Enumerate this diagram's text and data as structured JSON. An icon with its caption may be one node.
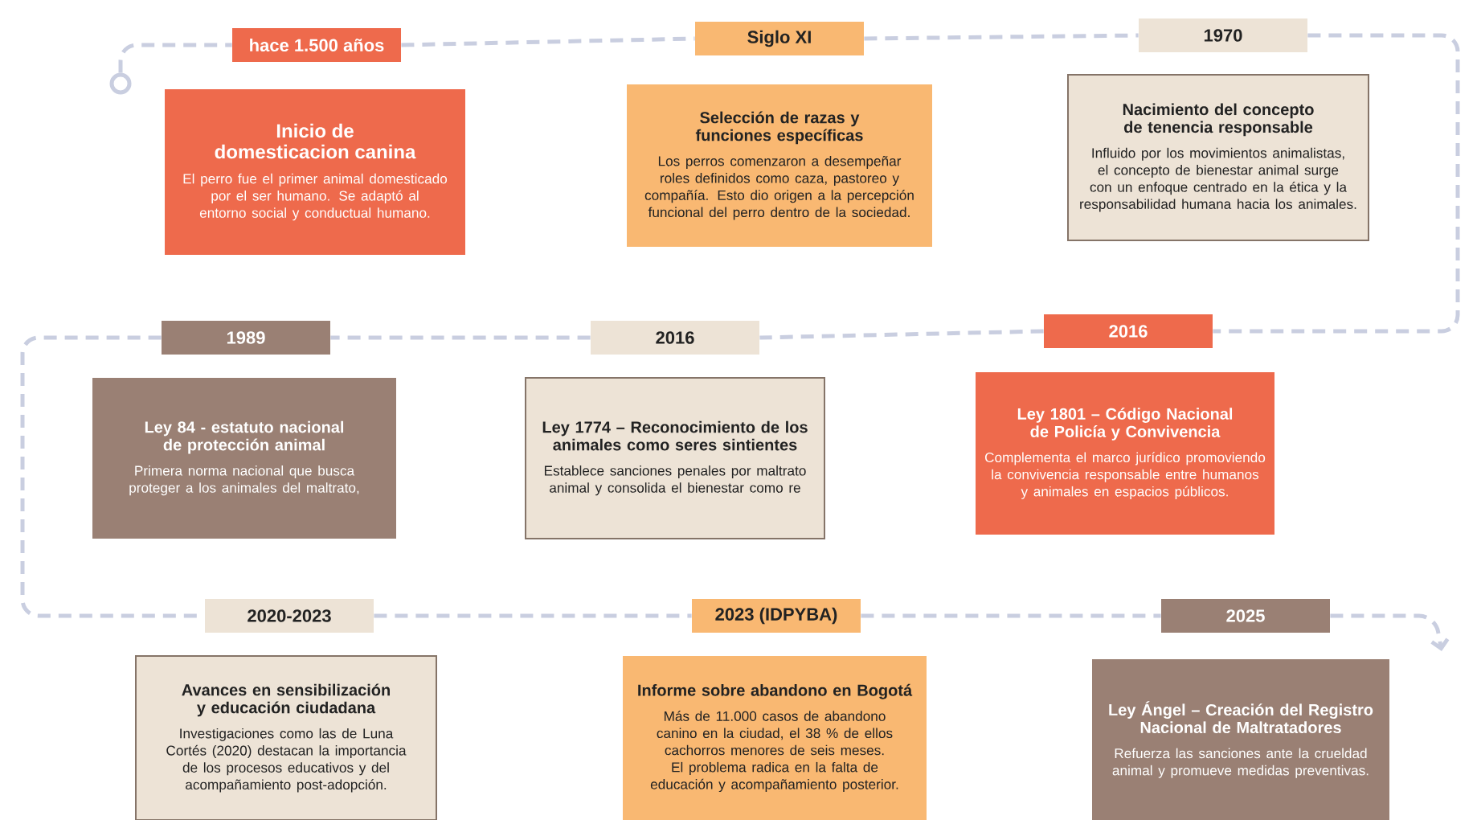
{
  "diagram": {
    "nodes": [
      {
        "text": [],
        "shape": "circle"
      },
      {
        "text": [
          "hace 1.500 años"
        ]
      },
      {
        "text": [
          "Inicio de domesticacion canina",
          "El perro fue el primer animal domesticado por el ser humano. Se adaptó al entorno social y conductual humano."
        ]
      },
      {
        "text": [
          "Siglo XI"
        ]
      },
      {
        "text": [
          "Selección de razas y funciones específicas",
          "Los perros comenzaron a desempeñar roles definidos como caza, pastoreo y compañía. Esto dio origen a la percepción funcional del perro dentro de la sociedad."
        ]
      },
      {
        "text": [
          "1970"
        ]
      },
      {
        "text": [
          "Nacimiento del concepto de tenencia responsable",
          "Influido por los movimientos animalistas, el concepto de bienestar animal surge con un enfoque centrado en la ética y la responsabilidad humana hacia los animales."
        ]
      },
      {
        "text": [
          "1989"
        ]
      },
      {
        "text": [
          "Ley 84 - estatuto nacional de protección animal",
          "Primera norma nacional que busca proteger a los animales del maltrato,"
        ]
      },
      {
        "text": [
          "2016"
        ]
      },
      {
        "text": [
          "Ley 1774 – Reconocimiento de los animales como seres sintientes",
          "Establece sanciones penales por maltrato animal y consolida el bienestar como re"
        ]
      },
      {
        "text": [
          "2016"
        ]
      },
      {
        "text": [
          "Ley 1801 – Código Nacional de Policía y Convivencia",
          "Complementa el marco jurídico promoviendo la convivencia responsable entre humanos y animales en espacios públicos."
        ]
      },
      {
        "text": [
          "2020-2023"
        ]
      },
      {
        "text": [
          "Avances en sensibilización y educación ciudadana",
          "Investigaciones como las de Luna Cortés (2020) destacan la importancia de los procesos educativos y del acompañamiento post-adopción."
        ]
      },
      {
        "text": [
          "2023 (IDPYBA)"
        ]
      },
      {
        "text": [
          "Informe sobre abandono en Bogotá",
          "Más de 11.000 casos de abandono canino en la ciudad, el 38 % de ellos cachorros menores de seis meses. El problema radica en la falta de educación y acompañamiento posterior."
        ]
      },
      {
        "text": [
          "2025"
        ]
      },
      {
        "text": [
          "Ley Ángel – Creación del Registro Nacional de Maltratadores",
          "Refuerza las sanciones ante la crueldad animal y promueve medidas preventivas."
        ]
      }
    ],
    "edges": [
      {
        "from": 0,
        "to": 1,
        "arrow": "none"
      },
      {
        "from": 1,
        "to": 3,
        "arrow": "none"
      },
      {
        "from": 3,
        "to": 5,
        "arrow": "none"
      },
      {
        "from": 5,
        "to": 11,
        "arrow": "none"
      },
      {
        "from": 11,
        "to": 9,
        "arrow": "none"
      },
      {
        "from": 9,
        "to": 7,
        "arrow": "none"
      },
      {
        "from": 7,
        "to": 13,
        "arrow": "none"
      },
      {
        "from": 13,
        "to": 15,
        "arrow": "none"
      },
      {
        "from": 15,
        "to": 17,
        "arrow": "none"
      },
      {
        "from": 17,
        "to": null,
        "arrow": "to"
      }
    ]
  }
}
